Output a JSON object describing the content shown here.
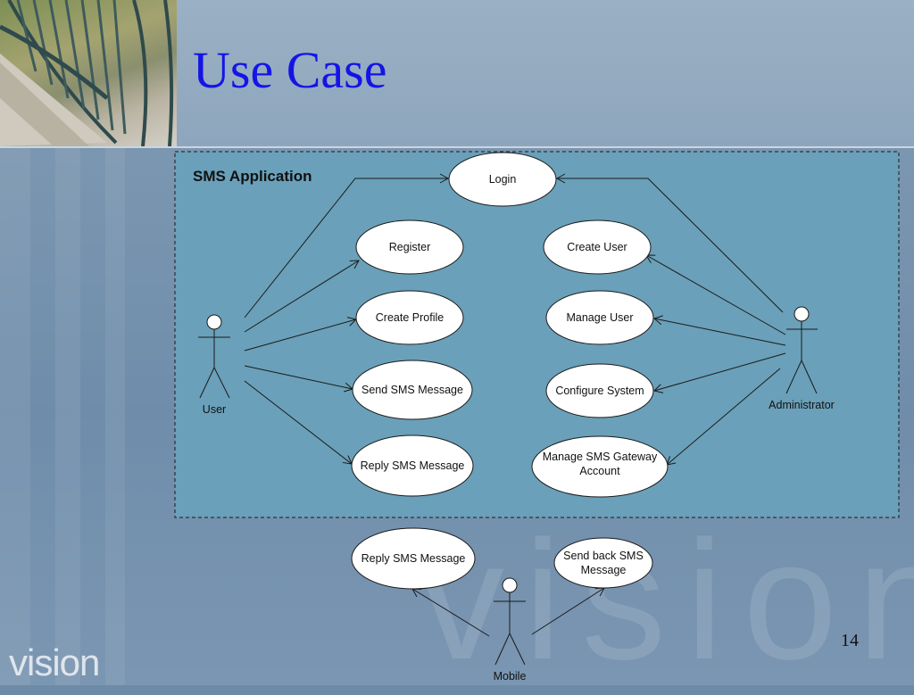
{
  "slide": {
    "title": "Use Case",
    "page_number": "14",
    "logo_text": "vision",
    "watermark_text": "vision"
  },
  "system": {
    "name": "SMS Application"
  },
  "actors": {
    "user": "User",
    "administrator": "Administrator",
    "mobile": "Mobile"
  },
  "use_cases": {
    "login": "Login",
    "register": "Register",
    "create_profile": "Create Profile",
    "send_sms_message": "Send SMS Message",
    "reply_sms_message": "Reply SMS Message",
    "create_user": "Create User",
    "manage_user": "Manage User",
    "configure_system": "Configure System",
    "manage_sms_gateway_account_line1": "Manage SMS Gateway",
    "manage_sms_gateway_account_line2": "Account",
    "mobile_reply_sms_message": "Reply SMS Message",
    "send_back_sms_message_line1": "Send back SMS",
    "send_back_sms_message_line2": "Message"
  },
  "colors": {
    "system_box_fill": "#6aa0b9",
    "title": "#1414e6",
    "ellipse_fill": "#ffffff",
    "stroke": "#1a1a1a"
  }
}
